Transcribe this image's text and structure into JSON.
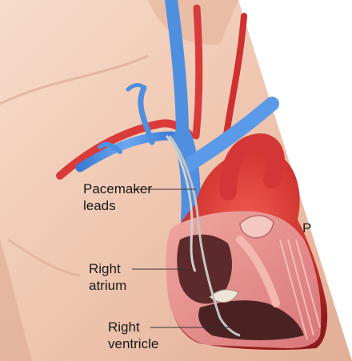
{
  "labels": {
    "pacemaker_leads_line1": "Pacemaker",
    "pacemaker_leads_line2": "leads",
    "right_atrium_line1": "Right",
    "right_atrium_line2": "atrium",
    "right_ventricle_line1": "Right",
    "right_ventricle_line2": "ventricle",
    "edge_letter": "P"
  },
  "colors": {
    "skin": "#f0c9b4",
    "skin_shadow": "#d9a48e",
    "vein_blue": "#4f8fe0",
    "artery_red": "#d93a3a",
    "heart_red": "#c92c2c",
    "muscle_pink": "#e58f8f",
    "inner_dark": "#4a2222",
    "lead_gray": "#c9c9c9"
  }
}
